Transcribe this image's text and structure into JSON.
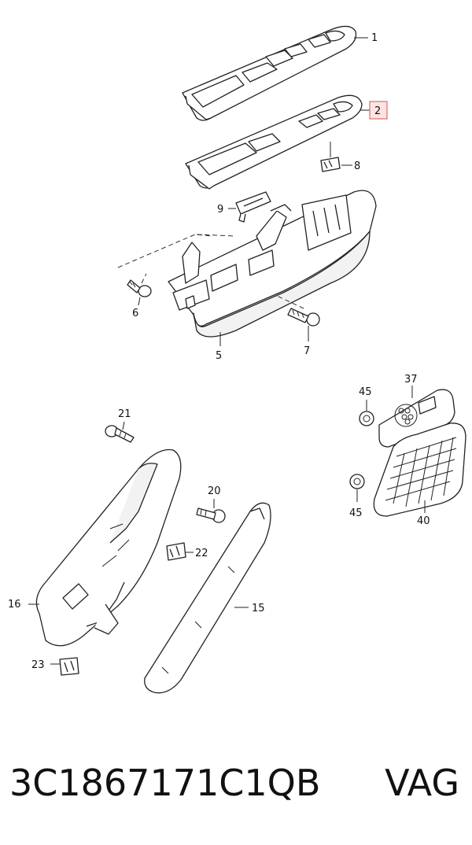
{
  "callouts": {
    "c1": "1",
    "c2": "2",
    "c5": "5",
    "c6": "6",
    "c7": "7",
    "c8": "8",
    "c9": "9",
    "c15": "15",
    "c16": "16",
    "c20": "20",
    "c21": "21",
    "c22": "22",
    "c23": "23",
    "c37": "37",
    "c40": "40",
    "c45a": "45",
    "c45b": "45"
  },
  "footer": {
    "part_number": "3C1867171C1QB",
    "brand": "VAG"
  },
  "colors": {
    "highlight_fill": "#fde4e4",
    "highlight_stroke": "#e06a6a",
    "line": "#222222"
  }
}
